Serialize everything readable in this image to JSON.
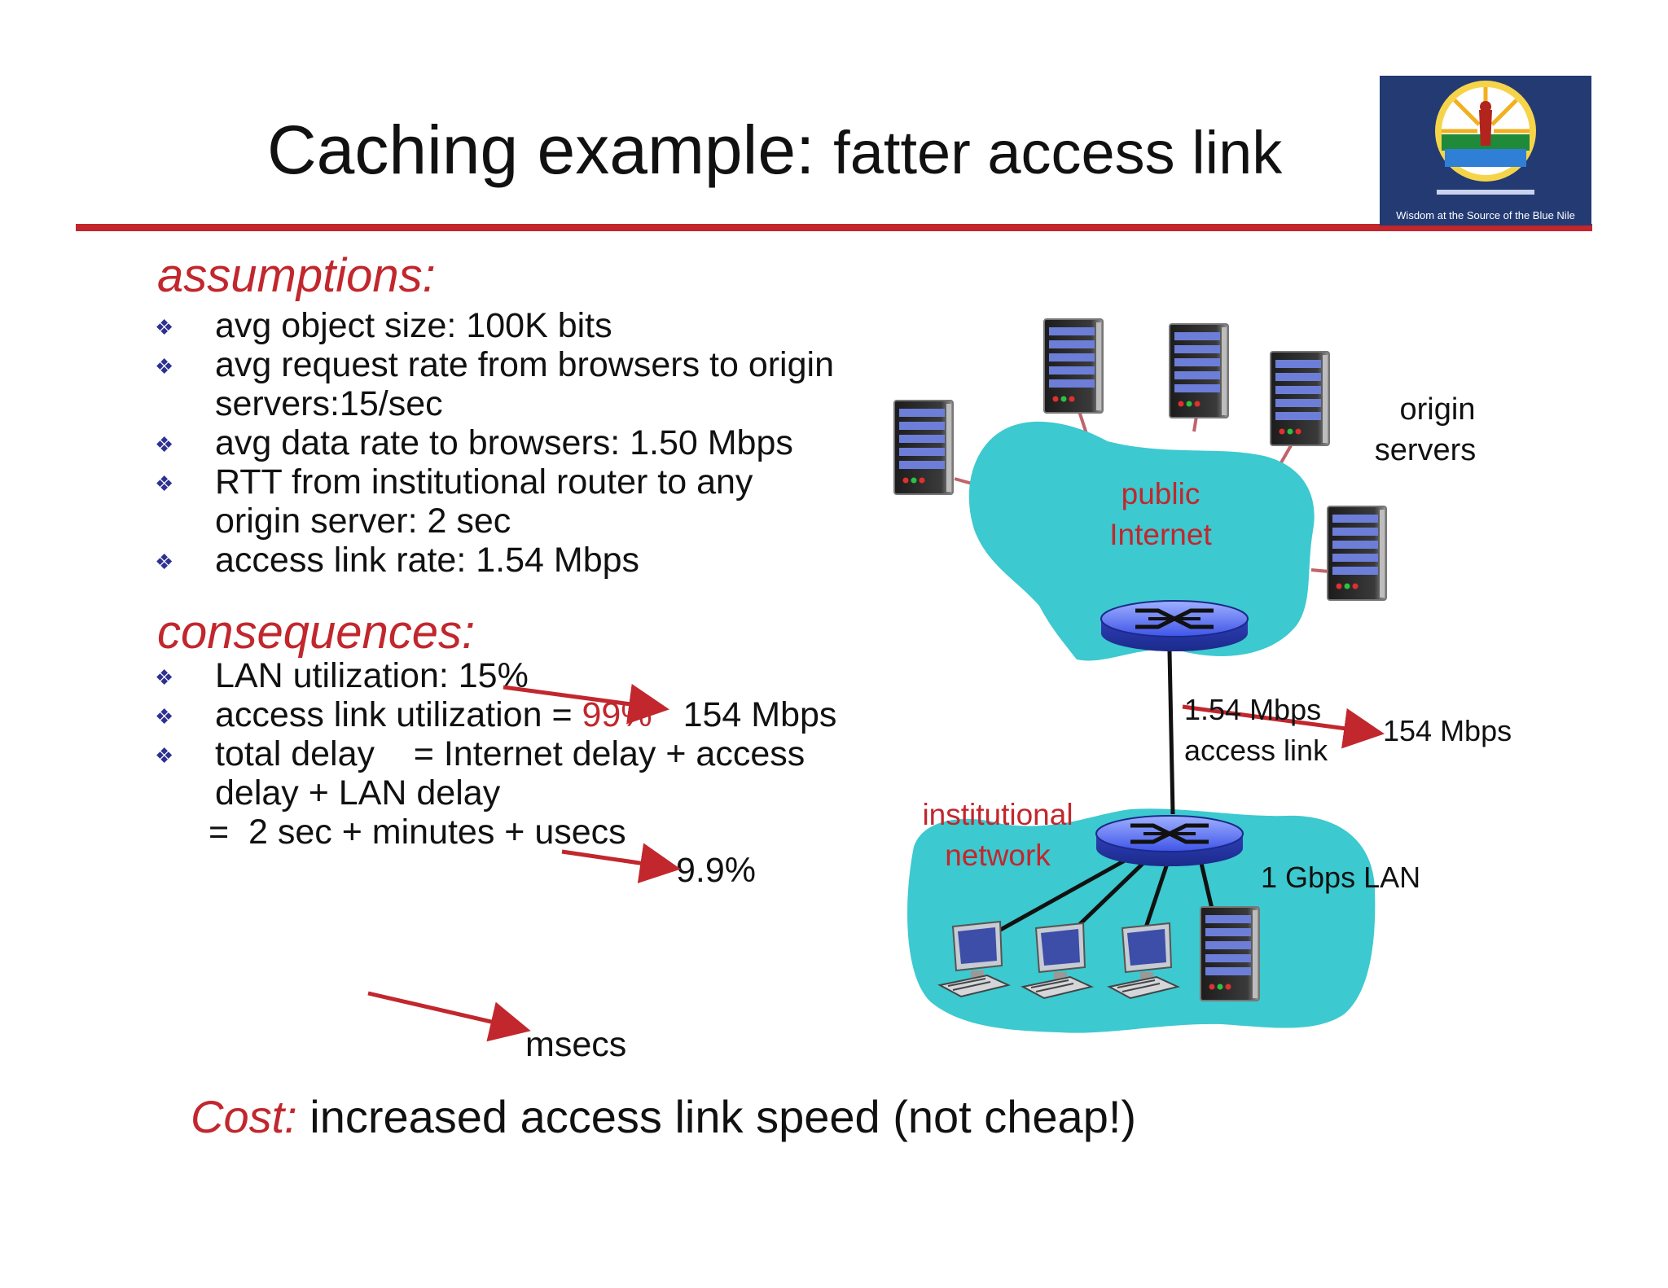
{
  "slide": {
    "title_main": "Caching example:",
    "title_sub": "fatter access link"
  },
  "logo": {
    "caption": "Wisdom at the Source of the Blue Nile"
  },
  "assumptions": {
    "heading": "assumptions:",
    "items": [
      "avg object size: 100K bits",
      "avg request rate from browsers to origin",
      "servers:15/sec",
      "avg data rate to browsers: 1.50 Mbps",
      "RTT from institutional router to any",
      "origin server: 2 sec",
      "access link rate: 1.54 Mbps"
    ]
  },
  "consequences": {
    "heading": "consequences:",
    "lan_util": "LAN utilization: 15%",
    "access_util_prefix": "access link utilization = ",
    "access_util_value": "99%",
    "access_util_new": "154 Mbps",
    "delay_line1": "total delay    = Internet delay + access",
    "delay_line2": "delay + LAN delay",
    "delay_line3": "=  2 sec + minutes + usecs",
    "new_util": "9.9%",
    "new_delay": "msecs"
  },
  "diagram": {
    "origin_servers": [
      "origin",
      "servers"
    ],
    "public_internet": [
      "public",
      "Internet"
    ],
    "access_link_old": "1.54 Mbps",
    "access_link_label": "access link",
    "access_link_new": "154 Mbps",
    "institutional_network": [
      "institutional",
      "network"
    ],
    "lan_label": "1 Gbps LAN"
  },
  "cost": {
    "label": "Cost:",
    "text": " increased access link speed (not cheap!)"
  },
  "colors": {
    "accent_red": "#c1272d",
    "cloud": "#3cc9cf",
    "bullet": "#2e3192",
    "router": "#4a5cf0"
  }
}
